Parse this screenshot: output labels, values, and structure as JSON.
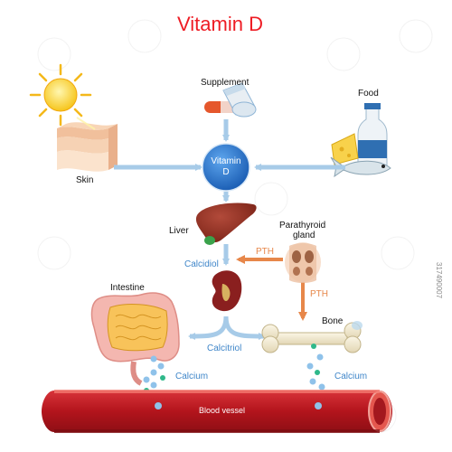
{
  "title": "Vitamin D",
  "center": {
    "line1": "Vitamin",
    "line2": "D"
  },
  "labels": {
    "supplement": "Supplement",
    "food": "Food",
    "skin": "Skin",
    "liver": "Liver",
    "parathyroid_line1": "Parathyroid",
    "parathyroid_line2": "gland",
    "pth_upper": "PTH",
    "pth_lower": "PTH",
    "calcidiol": "Calcidiol",
    "intestine": "Intestine",
    "calcitriol": "Calcitriol",
    "bone": "Bone",
    "calcium_left": "Calcium",
    "calcium_right": "Calcium",
    "blood_vessel": "Blood vessel"
  },
  "stock_id": "317490007",
  "colors": {
    "title": "#ee1c24",
    "blue_arrow": "#a7cbe8",
    "blue_text": "#3f86c9",
    "orange": "#e7874a",
    "vessel": "#c1272d",
    "vessel_inner": "#a3181e"
  }
}
